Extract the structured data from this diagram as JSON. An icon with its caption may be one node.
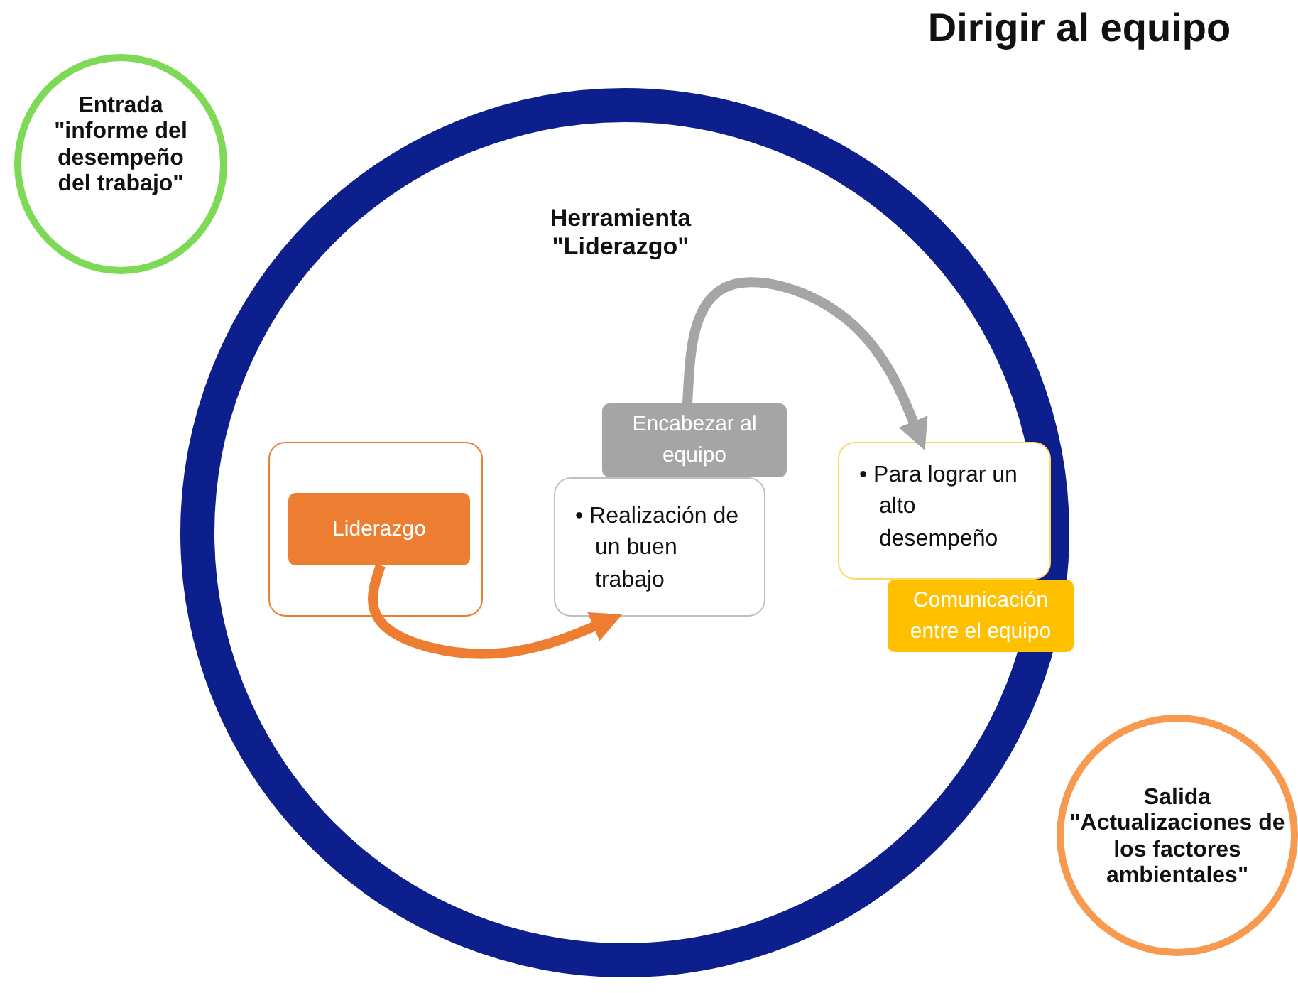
{
  "diagram": {
    "title": "Dirigir al equipo",
    "nodes": [
      {
        "text": [
          "Entrada \"informe del desempeño del trabajo\""
        ]
      },
      {
        "text": [
          "Herramienta \"Liderazgo\""
        ]
      },
      {
        "text": [],
        "shape": "box",
        "in": 1
      },
      {
        "text": [
          "Liderazgo"
        ],
        "in": 2
      },
      {
        "text": [
          "• Realización de un buen trabajo"
        ],
        "in": 1
      },
      {
        "text": [
          "Encabezar al equipo"
        ],
        "in": 1
      },
      {
        "text": [
          "• Para lograr un alto desempeño"
        ],
        "in": 1
      },
      {
        "text": [
          "Comunicación entre el equipo"
        ],
        "in": 1
      },
      {
        "text": [
          "Salida \"Actualizaciones de los factores ambientales\""
        ]
      }
    ],
    "edges": [
      {
        "from": 3,
        "to": 4,
        "arrow": "to",
        "color": "#ed7d31"
      },
      {
        "from": 5,
        "to": 6,
        "arrow": "to",
        "color": "#a5a5a5"
      }
    ]
  }
}
